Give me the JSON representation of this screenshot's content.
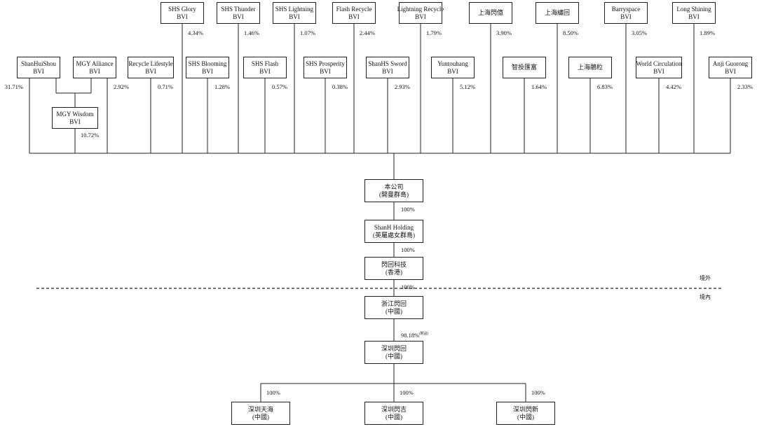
{
  "top_row": [
    {
      "id": "shs_glory",
      "l1": "SHS Glory",
      "l2": "BVI",
      "pct": "4.34%"
    },
    {
      "id": "shs_thunder",
      "l1": "SHS Thunder",
      "l2": "BVI",
      "pct": "1.46%"
    },
    {
      "id": "shs_lightning",
      "l1": "SHS Lightning",
      "l2": "BVI",
      "pct": "1.07%"
    },
    {
      "id": "flash_recycle",
      "l1": "Flash Recycle",
      "l2": "BVI",
      "pct": "2.44%"
    },
    {
      "id": "lightning_recycle",
      "l1": "Lightning Recycle",
      "l2": "BVI",
      "pct": "1.79%"
    },
    {
      "id": "shanghai_shanxiang",
      "l1": "上海閃億",
      "l2": "",
      "pct": "3.90%"
    },
    {
      "id": "shanghai_shanhui",
      "l1": "上海繡回",
      "l2": "",
      "pct": "8.50%"
    },
    {
      "id": "barryspace",
      "l1": "Barryspace",
      "l2": "BVI",
      "pct": "3.05%"
    },
    {
      "id": "long_shining",
      "l1": "Long Shining",
      "l2": "BVI",
      "pct": "1.89%"
    }
  ],
  "mid_row": [
    {
      "id": "shanhuishou",
      "l1": "ShanHuiShou",
      "l2": "BVI",
      "pct": "31.71%"
    },
    {
      "id": "mgy_alliance",
      "l1": "MGY Alliance",
      "l2": "BVI",
      "pct": "2.92%"
    },
    {
      "id": "recycle_lifestyle",
      "l1": "Recycle Lifestyle",
      "l2": "BVI",
      "pct": "0.71%"
    },
    {
      "id": "shs_blooming",
      "l1": "SHS Blooming",
      "l2": "BVI",
      "pct": "1.28%"
    },
    {
      "id": "shs_flash",
      "l1": "SHS Flash",
      "l2": "BVI",
      "pct": "0.57%"
    },
    {
      "id": "shs_prosperity",
      "l1": "SHS Prosperity",
      "l2": "BVI",
      "pct": "0.38%"
    },
    {
      "id": "shanhs_sword",
      "l1": "ShanHS Sword",
      "l2": "BVI",
      "pct": "2.93%"
    },
    {
      "id": "yuntouhang",
      "l1": "Yuntouhang",
      "l2": "BVI",
      "pct": "5.12%"
    },
    {
      "id": "zhitou_huifu",
      "l1": "智投匯富",
      "l2": "",
      "pct": "1.64%"
    },
    {
      "id": "shanghai_yuanyue",
      "l1": "上海鵑粒",
      "l2": "",
      "pct": "6.83%"
    },
    {
      "id": "world_circulation",
      "l1": "World Circulation",
      "l2": "BVI",
      "pct": "4.42%"
    },
    {
      "id": "anji_guorong",
      "l1": "Anji Guorong",
      "l2": "BVI",
      "pct": "2.33%"
    }
  ],
  "mgy_wisdom": {
    "l1": "MGY Wisdom",
    "l2": "BVI",
    "pct": "10.72%"
  },
  "chain": [
    {
      "id": "company",
      "l1": "本公司",
      "l2": "(開曼群島)",
      "pct": "100%"
    },
    {
      "id": "shanh_holding",
      "l1": "ShanH Holding",
      "l2": "(英屬處女群島)",
      "pct": "100%"
    },
    {
      "id": "shanhui_tech_hk",
      "l1": "閃回科技",
      "l2": "(香港)",
      "pct": "100%"
    },
    {
      "id": "zhejiang_shanhui",
      "l1": "浙江閃回",
      "l2": "(中國)",
      "pct": "98.18%"
    },
    {
      "id": "shenzhen_shanhui",
      "l1": "深圳閃回",
      "l2": "(中國)",
      "pct": ""
    }
  ],
  "note_marker": "(附註)",
  "subsidiaries": [
    {
      "id": "shenzhen_tianhai",
      "l1": "深圳天海",
      "l2": "(中國)",
      "pct": "100%"
    },
    {
      "id": "shenzhen_shanji",
      "l1": "深圳閃吉",
      "l2": "(中國)",
      "pct": "100%"
    },
    {
      "id": "shenzhen_shanxin",
      "l1": "深圳閃新",
      "l2": "(中國)",
      "pct": "100%"
    }
  ],
  "zones": {
    "offshore": "境外",
    "onshore": "境內"
  }
}
